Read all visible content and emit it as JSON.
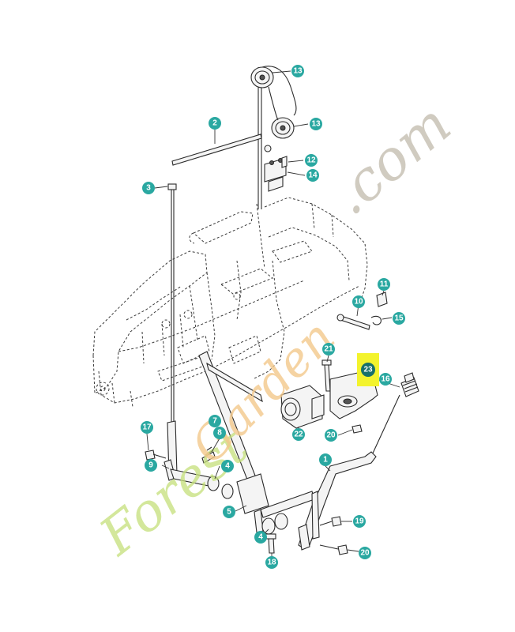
{
  "figure": {
    "background": "#ffffff",
    "callout_color": "#2aa8a1",
    "highlight_color": "#f3f32d",
    "callouts": {
      "c1": "1",
      "c2": "2",
      "c3": "3",
      "c4a": "4",
      "c4b": "4",
      "c5": "5",
      "c7": "7",
      "c8": "8",
      "c9": "9",
      "c10": "10",
      "c11": "11",
      "c12": "12",
      "c13a": "13",
      "c13b": "13",
      "c14": "14",
      "c15": "15",
      "c16": "16",
      "c17": "17",
      "c18": "18",
      "c19": "19",
      "c20a": "20",
      "c20b": "20",
      "c21": "21",
      "c22": "22",
      "c23": "23"
    }
  },
  "watermark": {
    "part1": "Forest",
    "part2": "Garden",
    "part3": ".com"
  }
}
